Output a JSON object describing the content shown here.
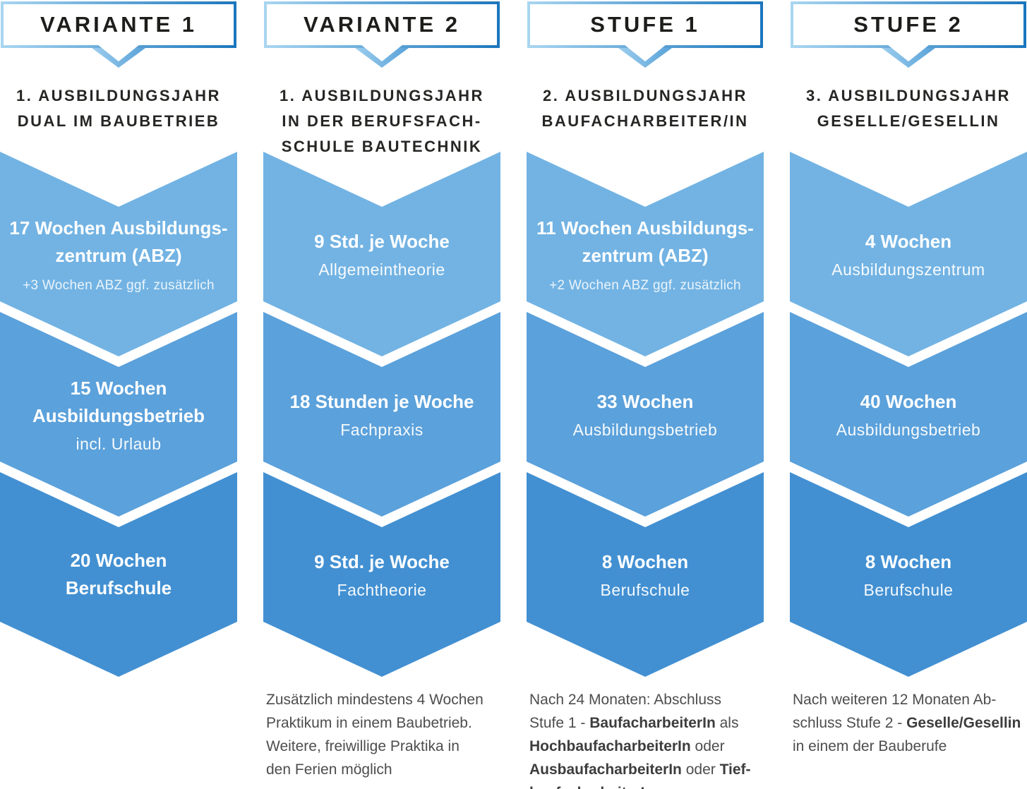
{
  "colors": {
    "band_light": "#72B3E3",
    "band_medium": "#5BA1DB",
    "band_dark": "#4290D2",
    "tag_border_light": "#A9D6F1",
    "tag_border_dark": "#1B76BD",
    "title_text": "#1D1D1B",
    "footer_text": "#4D4D4D",
    "band_text": "#FFFFFF"
  },
  "columns": [
    {
      "header": "VARIANTE 1",
      "subtitle_lines": [
        "1. AUSBILDUNGSJAHR",
        "DUAL IM BAUBETRIEB"
      ],
      "bands": [
        {
          "title_lines": [
            "17 Wochen Ausbildungs-",
            "zentrum (ABZ)"
          ],
          "subtitle": "",
          "note": "+3 Wochen ABZ ggf. zusätzlich"
        },
        {
          "title_lines": [
            "15 Wochen",
            "Ausbildungsbetrieb"
          ],
          "subtitle": "incl. Urlaub",
          "note": ""
        },
        {
          "title_lines": [
            "20 Wochen",
            "Berufschule"
          ],
          "subtitle": "",
          "note": ""
        }
      ],
      "footer_lines": []
    },
    {
      "header": "VARIANTE 2",
      "subtitle_lines": [
        "1. AUSBILDUNGSJAHR",
        "IN DER BERUFSFACH-",
        "SCHULE BAUTECHNIK"
      ],
      "bands": [
        {
          "title_lines": [
            "9 Std. je Woche"
          ],
          "subtitle": "Allgemeintheorie",
          "note": ""
        },
        {
          "title_lines": [
            "18 Stunden je Woche"
          ],
          "subtitle": "Fachpraxis",
          "note": ""
        },
        {
          "title_lines": [
            "9 Std. je Woche"
          ],
          "subtitle": "Fachtheorie",
          "note": ""
        }
      ],
      "footer_lines": [
        [
          {
            "t": "Zusätzlich mindestens 4 Wochen",
            "b": false
          }
        ],
        [
          {
            "t": "Praktikum in einem Baubetrieb.",
            "b": false
          }
        ],
        [
          {
            "t": "Weitere, freiwillige Praktika in",
            "b": false
          }
        ],
        [
          {
            "t": "den Ferien möglich",
            "b": false
          }
        ]
      ]
    },
    {
      "header": "STUFE 1",
      "subtitle_lines": [
        "2. AUSBILDUNGSJAHR",
        "BAUFACHARBEITER/IN"
      ],
      "bands": [
        {
          "title_lines": [
            "11 Wochen Ausbildungs-",
            "zentrum (ABZ)"
          ],
          "subtitle": "",
          "note": "+2 Wochen ABZ ggf. zusätzlich"
        },
        {
          "title_lines": [
            "33 Wochen"
          ],
          "subtitle": "Ausbildungsbetrieb",
          "note": ""
        },
        {
          "title_lines": [
            "8 Wochen"
          ],
          "subtitle": "Berufschule",
          "note": ""
        }
      ],
      "footer_lines": [
        [
          {
            "t": "Nach 24 Monaten: Abschluss",
            "b": false
          }
        ],
        [
          {
            "t": "Stufe 1 - ",
            "b": false
          },
          {
            "t": "BaufacharbeiterIn",
            "b": true
          },
          {
            "t": " als",
            "b": false
          }
        ],
        [
          {
            "t": "HochbaufacharbeiterIn",
            "b": true
          },
          {
            "t": " oder",
            "b": false
          }
        ],
        [
          {
            "t": "AusbaufacharbeiterIn",
            "b": true
          },
          {
            "t": " oder ",
            "b": false
          },
          {
            "t": "Tief-",
            "b": true
          }
        ],
        [
          {
            "t": "baufacharbeiterIn",
            "b": true
          }
        ]
      ]
    },
    {
      "header": "STUFE 2",
      "subtitle_lines": [
        "3. AUSBILDUNGSJAHR",
        "GESELLE/GESELLIN"
      ],
      "bands": [
        {
          "title_lines": [
            "4 Wochen"
          ],
          "subtitle": "Ausbildungszentrum",
          "note": ""
        },
        {
          "title_lines": [
            "40 Wochen"
          ],
          "subtitle": "Ausbildungsbetrieb",
          "note": ""
        },
        {
          "title_lines": [
            "8 Wochen"
          ],
          "subtitle": "Berufschule",
          "note": ""
        }
      ],
      "footer_lines": [
        [
          {
            "t": "Nach weiteren 12 Monaten Ab-",
            "b": false
          }
        ],
        [
          {
            "t": "schluss Stufe 2 - ",
            "b": false
          },
          {
            "t": "Geselle/Gesellin",
            "b": true
          }
        ],
        [
          {
            "t": "in einem der Bauberufe",
            "b": false
          }
        ]
      ]
    }
  ]
}
